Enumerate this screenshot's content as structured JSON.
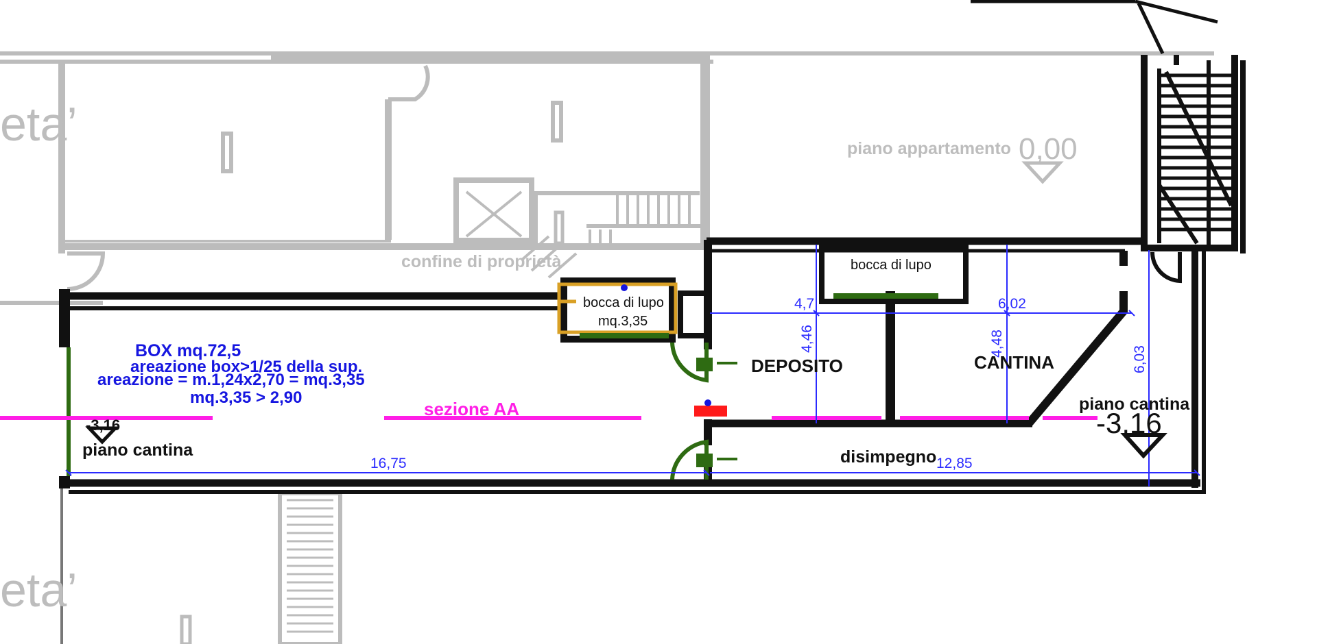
{
  "colors": {
    "background": "#ffffff",
    "neighbour_grey": "#bcbcbc",
    "wall": "#111111",
    "dimension": "#2a2aff",
    "section_line": "#ff1ee6",
    "door": "#2e6b12",
    "marker_red": "#ff1a1a",
    "window_frame": "#d9a025"
  },
  "labels": {
    "proprieta_top": "eta’",
    "proprieta_bottom": "eta’",
    "piano_appartamento": "piano appartamento",
    "quota_zero": "0,00",
    "confine": "confine di proprietà",
    "bocca_lupo_1": "bocca di lupo",
    "bocca_lupo_1_area": "mq.3,35",
    "bocca_lupo_2": "bocca di lupo",
    "deposito": "DEPOSITO",
    "cantina": "CANTINA",
    "disimpegno": "disimpegno",
    "piano_cantina_left": "piano cantina",
    "quota_left": "-3,16",
    "piano_cantina_right": "piano cantina",
    "quota_right": "-3,16",
    "sezione": "sezione AA"
  },
  "box_notes": {
    "line1": "BOX mq.72,5",
    "line2": "areazione box>1/25 della sup.",
    "line3": "areazione = m.1,24x2,70 = mq.3,35",
    "line4": "mq.3,35 > 2,90"
  },
  "dimensions": {
    "d_16_75": "16,75",
    "d_12_85": "12,85",
    "d_4_7": "4,7",
    "d_6_02": "6,02",
    "d_4_46": "4,46",
    "d_4_48": "4,48",
    "d_6_03": "6,03"
  }
}
